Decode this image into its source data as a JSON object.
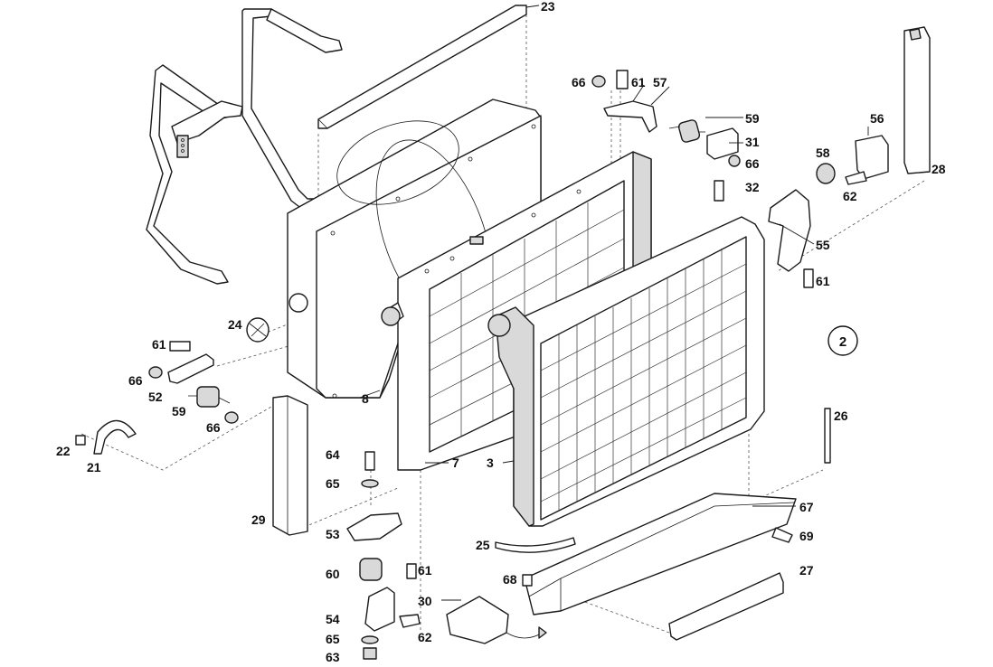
{
  "diagram": {
    "view_badge": "2",
    "callouts": {
      "c23": "23",
      "c28": "28",
      "c66a": "66",
      "c61a": "61",
      "c57": "57",
      "c59a": "59",
      "c56": "56",
      "c31": "31",
      "c66b": "66",
      "c58": "58",
      "c62a": "62",
      "c32": "32",
      "c55": "55",
      "c61b": "61",
      "c24": "24",
      "c61c": "61",
      "c66c": "66",
      "c52": "52",
      "c59b": "59",
      "c66d": "66",
      "c8": "8",
      "c22": "22",
      "c21": "21",
      "c64": "64",
      "c7": "7",
      "c3": "3",
      "c26": "26",
      "c65a": "65",
      "c29": "29",
      "c53": "53",
      "c67": "67",
      "c69": "69",
      "c25": "25",
      "c60": "60",
      "c61d": "61",
      "c68": "68",
      "c27": "27",
      "c30": "30",
      "c54": "54",
      "c62b": "62",
      "c65b": "65",
      "c63": "63"
    }
  }
}
